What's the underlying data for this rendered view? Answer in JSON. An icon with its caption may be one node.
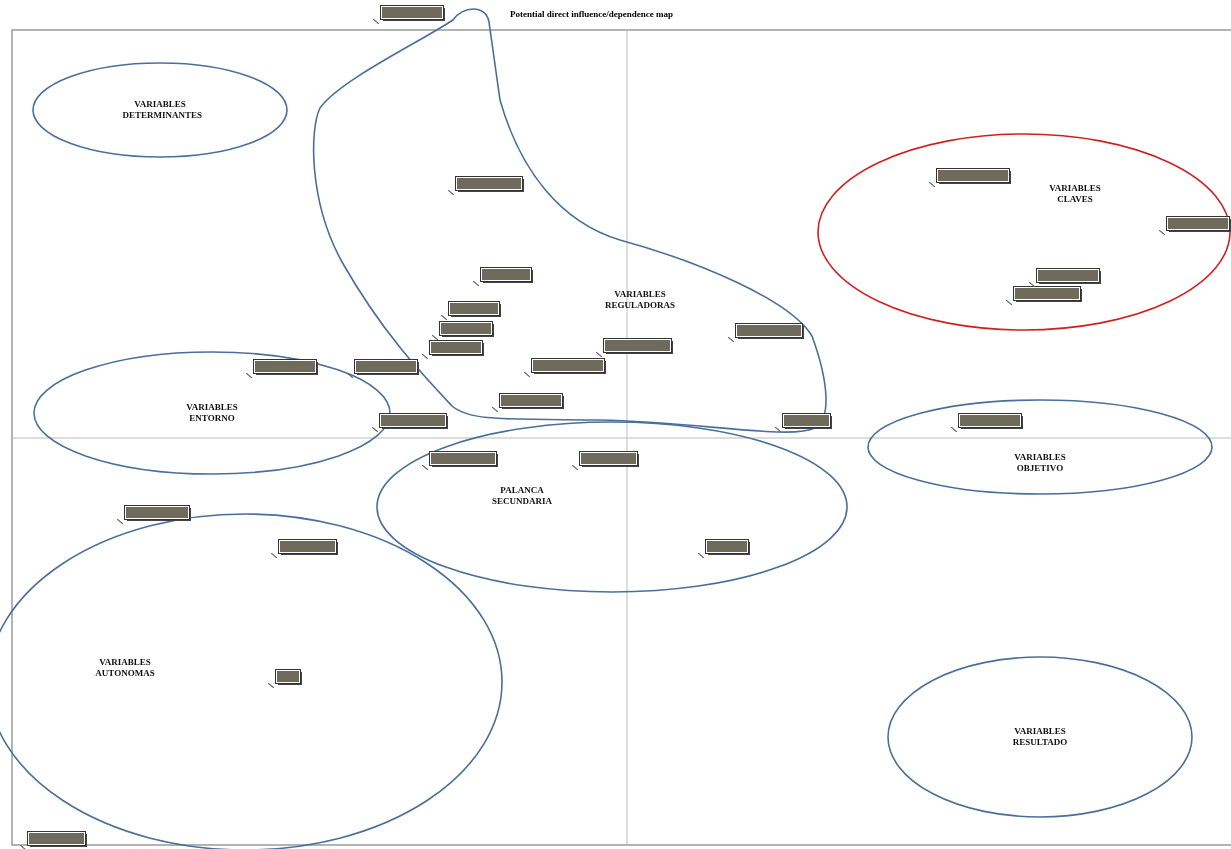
{
  "diagram": {
    "title": "Potential direct influence/dependence map",
    "nodes": [
      {
        "text": [
          "VARIABLES DETERMINANTES"
        ]
      },
      {
        "text": [
          "VARIABLES REGULADORAS"
        ]
      },
      {
        "text": [
          "VARIABLES CLAVES"
        ]
      },
      {
        "text": [
          "VARIABLES ENTORNO"
        ]
      },
      {
        "text": [
          "VARIABLES OBJETIVO"
        ]
      },
      {
        "text": [
          "PALANCA SECUNDARIA"
        ]
      },
      {
        "text": [
          "VARIABLES AUTONOMAS"
        ]
      },
      {
        "text": [
          "VARIABLES RESULTADO"
        ]
      },
      {
        "text": [],
        "shape": "box"
      },
      {
        "text": [],
        "shape": "box",
        "in": 1
      },
      {
        "text": [],
        "shape": "box",
        "in": 1
      },
      {
        "text": [],
        "shape": "box",
        "in": 1
      },
      {
        "text": [],
        "shape": "box",
        "in": 1
      },
      {
        "text": [],
        "shape": "box",
        "in": 1
      },
      {
        "text": [],
        "shape": "box",
        "in": 3
      },
      {
        "text": [],
        "shape": "box"
      },
      {
        "text": [],
        "shape": "box",
        "in": 1
      },
      {
        "text": [],
        "shape": "box",
        "in": 1
      },
      {
        "text": [],
        "shape": "box",
        "in": 1
      },
      {
        "text": [],
        "shape": "box",
        "in": 1
      },
      {
        "text": [],
        "shape": "box"
      },
      {
        "text": [],
        "shape": "box",
        "in": 1
      },
      {
        "text": [],
        "shape": "box",
        "in": 2
      },
      {
        "text": [],
        "shape": "box",
        "in": 2
      },
      {
        "text": [],
        "shape": "box",
        "in": 2
      },
      {
        "text": [],
        "shape": "box",
        "in": 2
      },
      {
        "text": [],
        "shape": "box",
        "in": 4
      },
      {
        "text": [],
        "shape": "box",
        "in": 5
      },
      {
        "text": [],
        "shape": "box",
        "in": 5
      },
      {
        "text": [],
        "shape": "box"
      },
      {
        "text": [],
        "shape": "box",
        "in": 6
      },
      {
        "text": [],
        "shape": "box",
        "in": 5
      },
      {
        "text": [],
        "shape": "box",
        "in": 6
      },
      {
        "text": [],
        "shape": "box"
      }
    ],
    "edges": []
  }
}
